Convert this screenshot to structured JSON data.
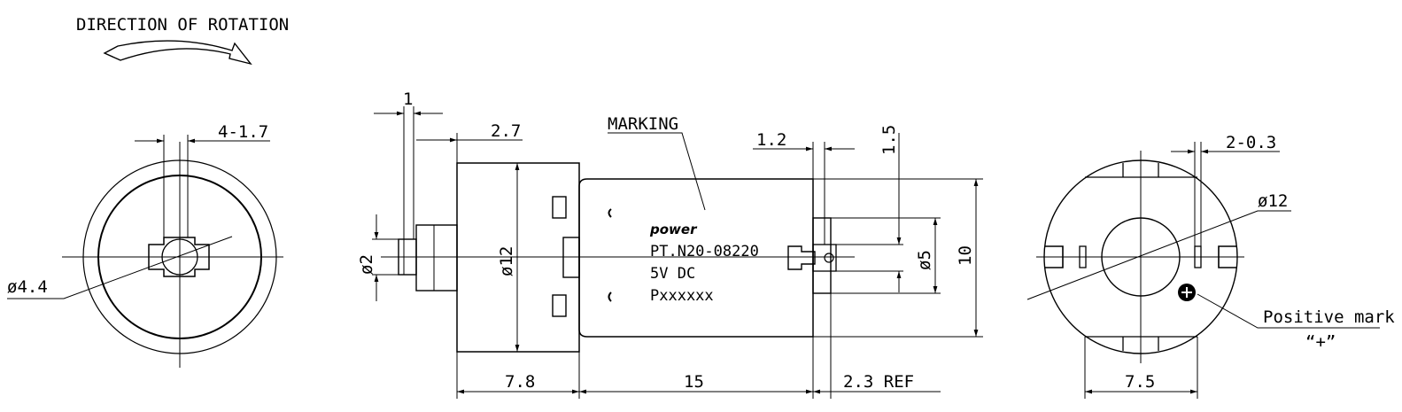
{
  "rotation": {
    "label": "DIRECTION OF ROTATION"
  },
  "front_view": {
    "shaft_dim": "ø4.4",
    "slot_dim": "4-1.7"
  },
  "side_view": {
    "top_dims": {
      "shaft_flat": "1",
      "gear_offset": "2.7",
      "terminal_width": "1.2",
      "terminal_height": "1.5"
    },
    "diameters": {
      "shaft": "ø2",
      "body": "ø12",
      "end_cap": "ø5"
    },
    "height": "10",
    "bottom_dims": {
      "gearbox_length": "7.8",
      "motor_length": "15",
      "end_ref": "2.3 REF"
    },
    "marking": {
      "callout": "MARKING",
      "logo": "power",
      "part_number": "PT.N20-08220",
      "voltage": "5V DC",
      "lot": "Pxxxxxx"
    }
  },
  "rear_view": {
    "terminal_dim": "2-0.3",
    "diameter": "ø12",
    "width": "7.5",
    "positive_label": "Positive mark",
    "positive_symbol": "“+”"
  }
}
